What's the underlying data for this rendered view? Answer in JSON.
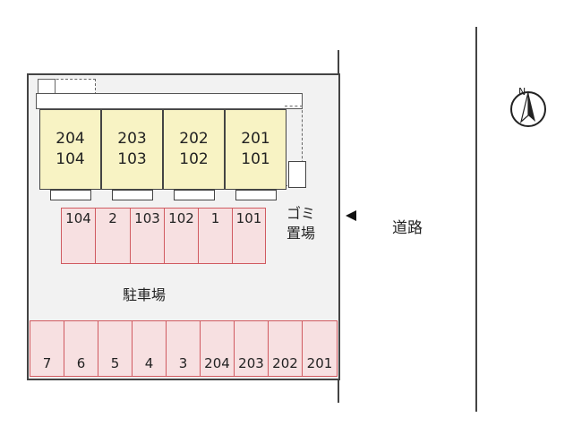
{
  "map": {
    "road_label": "道路",
    "parking_label": "駐車場",
    "trash_label": "ゴミ置場",
    "trash_label_line1": "ゴミ",
    "trash_label_line2": "置場",
    "north_label": "N"
  },
  "units": [
    {
      "upper": "204",
      "lower": "104"
    },
    {
      "upper": "203",
      "lower": "103"
    },
    {
      "upper": "202",
      "lower": "102"
    },
    {
      "upper": "201",
      "lower": "101"
    }
  ],
  "parking_top": [
    "104",
    "2",
    "103",
    "102",
    "1",
    "101"
  ],
  "parking_bottom": [
    "7",
    "6",
    "5",
    "4",
    "3",
    "204",
    "203",
    "202",
    "201"
  ],
  "colors": {
    "building": "#f8f3c4",
    "parking_fill": "#f7e0e1",
    "parking_border": "#d05a60",
    "ground": "#f2f2f2"
  }
}
